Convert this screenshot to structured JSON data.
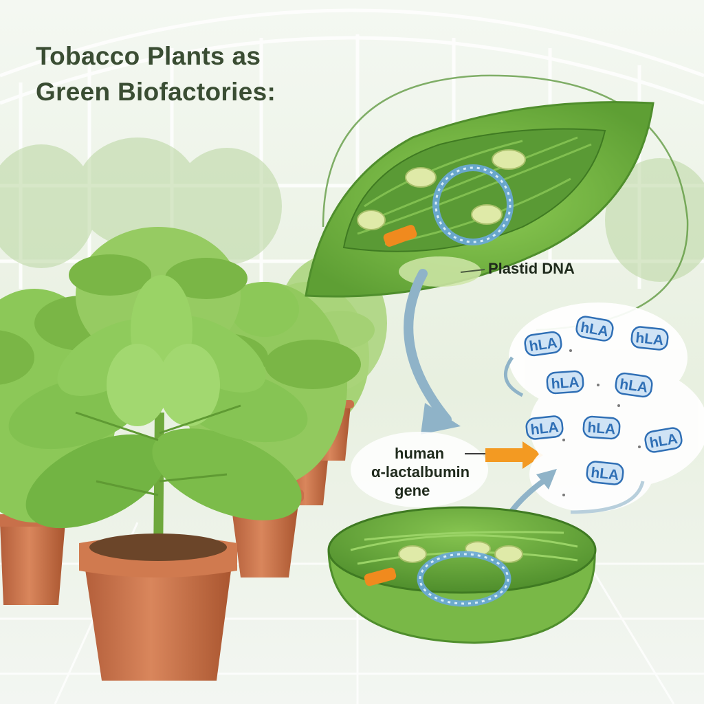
{
  "title": {
    "line1": "Tobacco Plants as",
    "line2": "Green Biofactories:"
  },
  "labels": {
    "plastid_dna": "Plastid DNA",
    "gene_line1": "human",
    "gene_line2": "α-lactalbumin",
    "gene_line3": "gene"
  },
  "protein_tag": "hLA",
  "protein_count": 9,
  "colors": {
    "title_text": "#3a4d33",
    "leaf_green": "#7fbf4a",
    "chloroplast_inner": "#5f9e36",
    "plasmid_blue": "#6aa8dc",
    "gene_orange": "#f08a1e",
    "protein_blue": "#2f6fb5",
    "pot_terracotta": "#c8704a",
    "arrow_blue": "#8fb3c8"
  }
}
